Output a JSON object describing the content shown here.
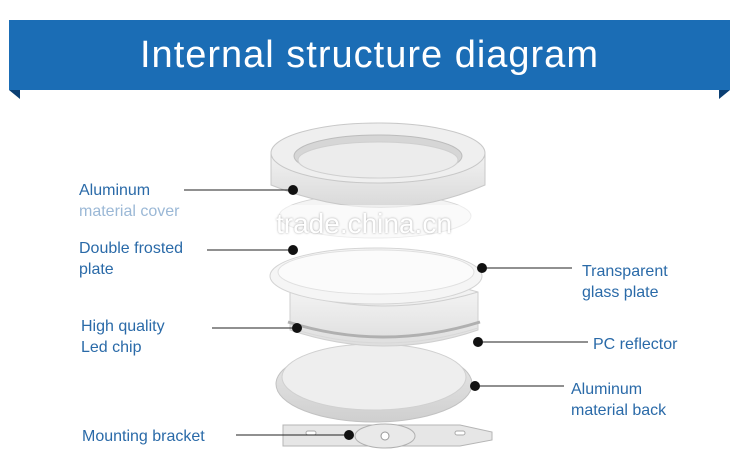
{
  "header": {
    "title": "Internal structure diagram"
  },
  "labels": {
    "aluminum_frame": [
      "Aluminum",
      "material cover"
    ],
    "double_frosted": [
      "Double frosted",
      "plate"
    ],
    "transparent_glass": [
      "Transparent",
      "glass plate"
    ],
    "led_chip": [
      "High quality",
      "Led chip"
    ],
    "pc_reflector": [
      "PC reflector"
    ],
    "aluminum_back": [
      "Aluminum",
      "material back"
    ],
    "mounting_bracket": [
      "Mounting bracket"
    ]
  },
  "watermark": "trade.china.cn",
  "colors": {
    "banner": "#1b6db5",
    "banner_fold": "#0b3f73",
    "label_text": "#2a6aa8",
    "leader_line": "#222222"
  }
}
